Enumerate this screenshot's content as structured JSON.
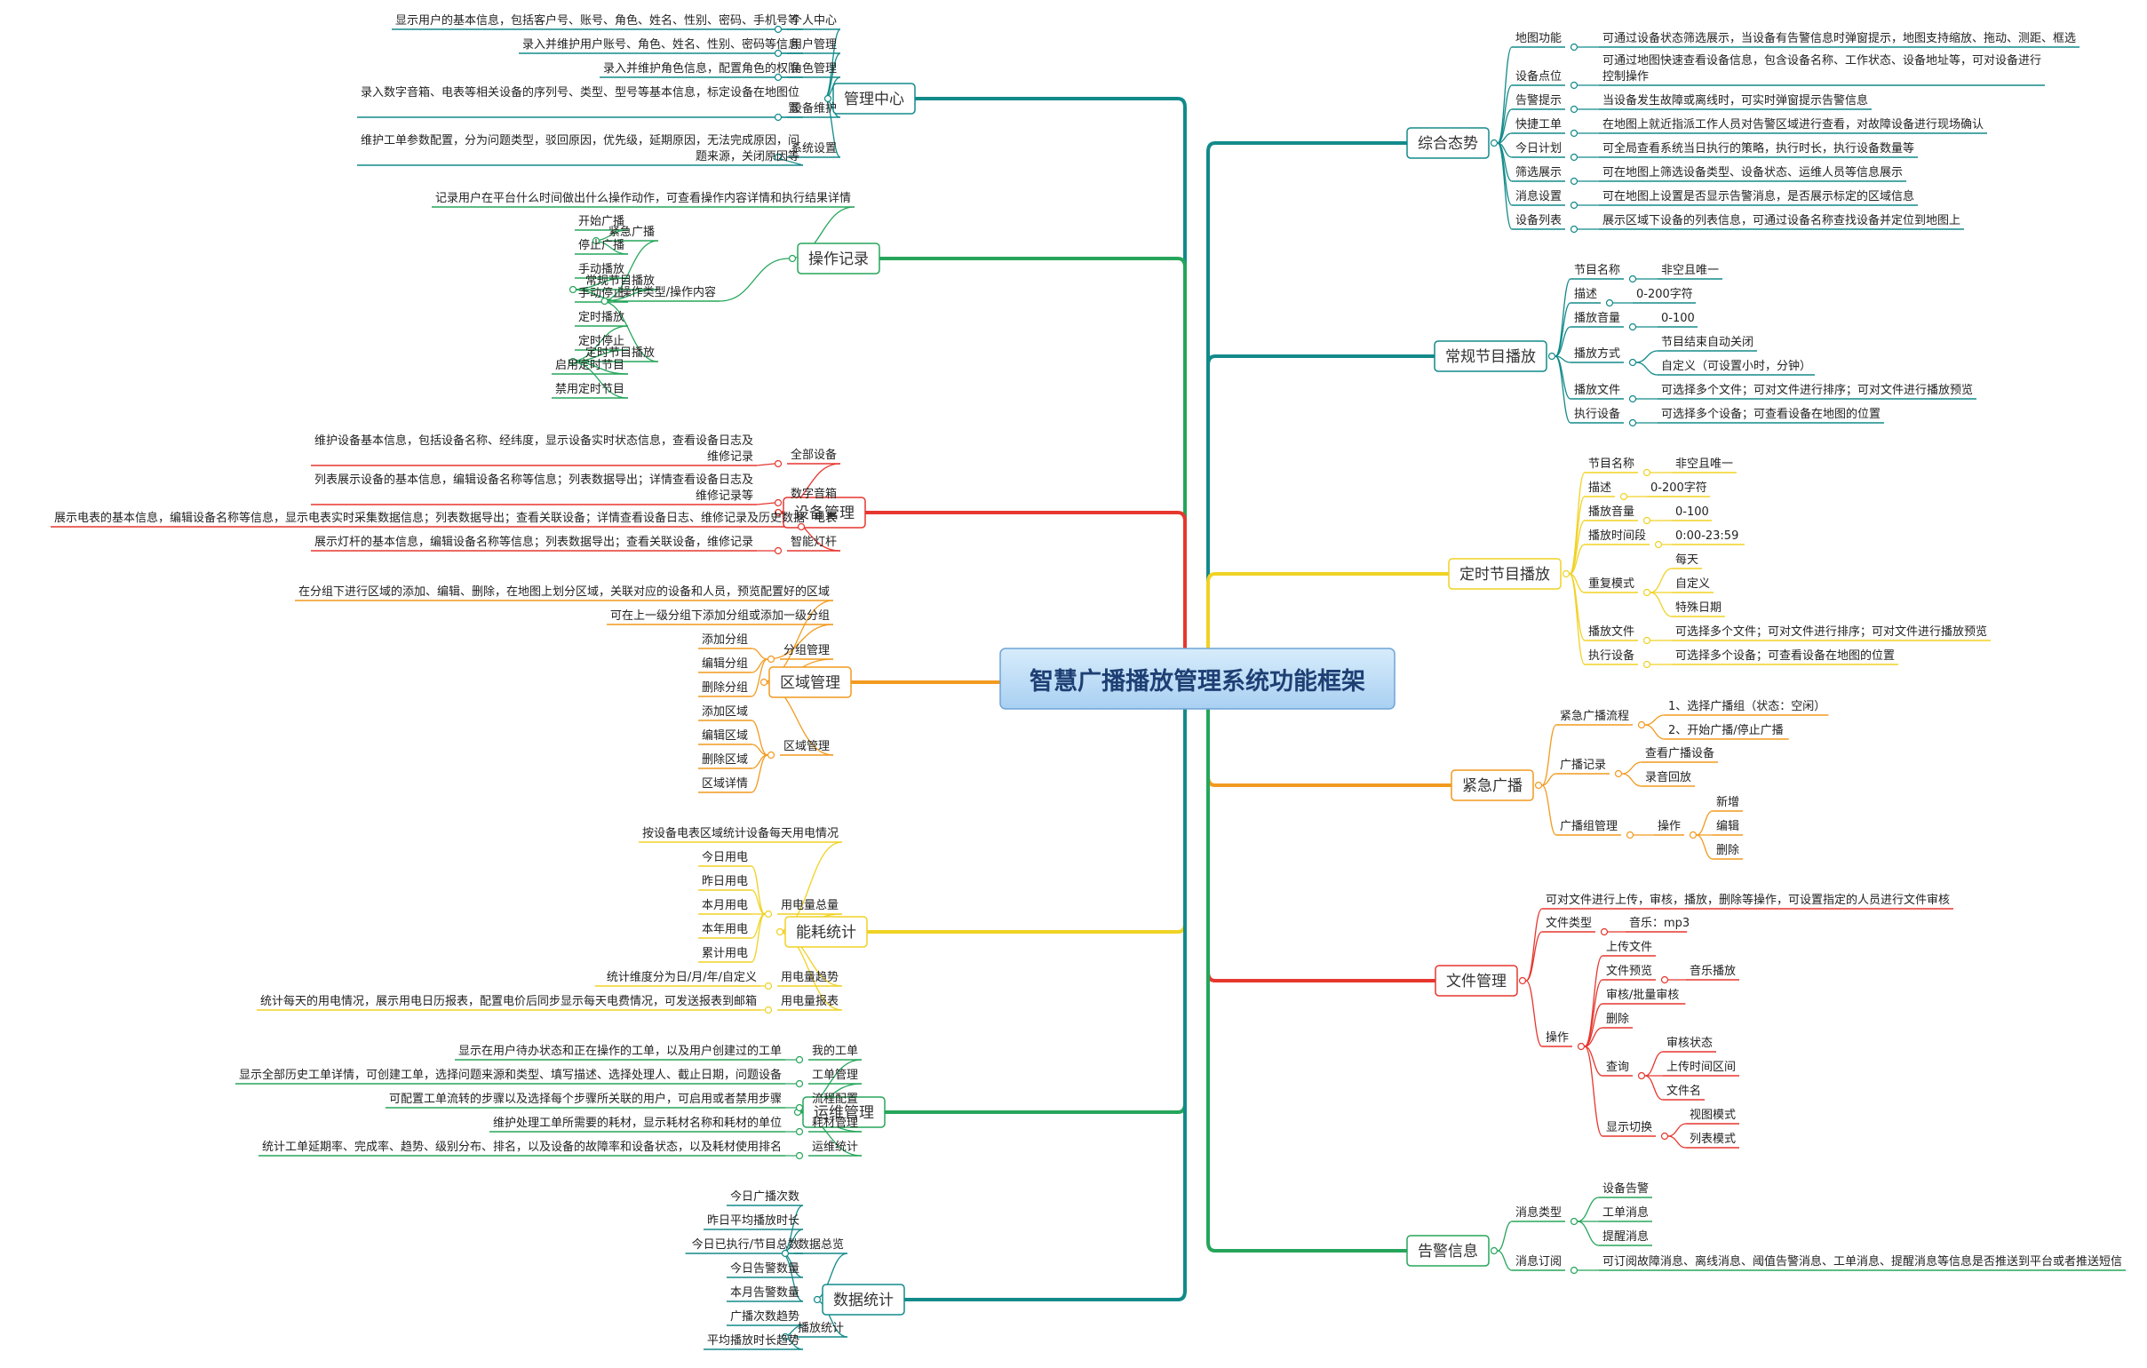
{
  "title": "智慧广播播放管理系统功能框架",
  "colors": {
    "teal": "#138a8a",
    "green": "#26a55a",
    "red": "#e6372e",
    "orange": "#f29a1f",
    "yellow": "#f0d224",
    "center_fill_top": "#d7ecfb",
    "center_fill_bottom": "#a9d0f2",
    "center_border": "#6fa4d6"
  },
  "left_branches": [
    {
      "label": "管理中心",
      "color": "teal",
      "children": [
        {
          "label": "个人中心",
          "desc": "显示用户的基本信息，包括客户号、账号、角色、姓名、性别、密码、手机号等"
        },
        {
          "label": "用户管理",
          "desc": "录入并维护用户账号、角色、姓名、性别、密码等信息"
        },
        {
          "label": "角色管理",
          "desc": "录入并维护角色信息，配置角色的权限"
        },
        {
          "label": "设备维护",
          "desc": [
            "录入数字音箱、电表等相关设备的序列号、类型、型号等基本信息，标定设备在地图位",
            "置"
          ]
        },
        {
          "label": "系统设置",
          "desc": [
            "维护工单参数配置，分为问题类型，驳回原因，优先级，延期原因，无法完成原因，问",
            "题来源，关闭原因等"
          ]
        }
      ]
    },
    {
      "label": "操作记录",
      "color": "green",
      "children": [
        {
          "label": "记录用户在平台什么时间做出什么操作动作，可查看操作内容详情和执行结果详情"
        },
        {
          "label": "操作类型/操作内容",
          "children": [
            {
              "label": "紧急广播",
              "children": [
                {
                  "label": "开始广播"
                },
                {
                  "label": "停止广播"
                }
              ]
            },
            {
              "label": "常规节目播放",
              "children": [
                {
                  "label": "手动播放"
                },
                {
                  "label": "手动停止"
                }
              ]
            },
            {
              "label": "定时节目播放",
              "children": [
                {
                  "label": "定时播放"
                },
                {
                  "label": "定时停止"
                },
                {
                  "label": "启用定时节目"
                },
                {
                  "label": "禁用定时节目"
                }
              ]
            }
          ]
        }
      ]
    },
    {
      "label": "设备管理",
      "color": "red",
      "children": [
        {
          "label": "全部设备",
          "desc": [
            "维护设备基本信息，包括设备名称、经纬度，显示设备实时状态信息，查看设备日志及",
            "维修记录"
          ]
        },
        {
          "label": "数字音箱",
          "desc": [
            "列表展示设备的基本信息，编辑设备名称等信息；列表数据导出；详情查看设备日志及",
            "维修记录等"
          ]
        },
        {
          "label": "电表",
          "desc": "展示电表的基本信息，编辑设备名称等信息，显示电表实时采集数据信息；列表数据导出；查看关联设备；详情查看设备日志、维修记录及历史数据"
        },
        {
          "label": "智能灯杆",
          "desc": "展示灯杆的基本信息，编辑设备名称等信息；列表数据导出；查看关联设备，维修记录"
        }
      ]
    },
    {
      "label": "区域管理",
      "color": "orange",
      "children": [
        {
          "label": "在分组下进行区域的添加、编辑、删除，在地图上划分区域，关联对应的设备和人员，预览配置好的区域"
        },
        {
          "label": "分组管理",
          "children": [
            {
              "label": "可在上一级分组下添加分组或添加一级分组"
            },
            {
              "label": "添加分组"
            },
            {
              "label": "编辑分组"
            },
            {
              "label": "删除分组"
            }
          ]
        },
        {
          "label": "区域管理",
          "children": [
            {
              "label": "添加区域"
            },
            {
              "label": "编辑区域"
            },
            {
              "label": "删除区域"
            },
            {
              "label": "区域详情"
            }
          ]
        }
      ]
    },
    {
      "label": "能耗统计",
      "color": "yellow",
      "children": [
        {
          "label": "按设备电表区域统计设备每天用电情况"
        },
        {
          "label": "用电量总量",
          "children": [
            {
              "label": "今日用电"
            },
            {
              "label": "昨日用电"
            },
            {
              "label": "本月用电"
            },
            {
              "label": "本年用电"
            },
            {
              "label": "累计用电"
            }
          ]
        },
        {
          "label": "用电量趋势",
          "desc": "统计维度分为日/月/年/自定义"
        },
        {
          "label": "用电量报表",
          "desc": "统计每天的用电情况，展示用电日历报表，配置电价后同步显示每天电费情况，可发送报表到邮箱"
        }
      ]
    },
    {
      "label": "运维管理",
      "color": "green",
      "children": [
        {
          "label": "我的工单",
          "desc": "显示在用户待办状态和正在操作的工单，以及用户创建过的工单"
        },
        {
          "label": "工单管理",
          "desc": "显示全部历史工单详情，可创建工单，选择问题来源和类型、填写描述、选择处理人、截止日期，问题设备"
        },
        {
          "label": "流程配置",
          "desc": "可配置工单流转的步骤以及选择每个步骤所关联的用户，可启用或者禁用步骤"
        },
        {
          "label": "耗材管理",
          "desc": "维护处理工单所需要的耗材，显示耗材名称和耗材的单位"
        },
        {
          "label": "运维统计",
          "desc": "统计工单延期率、完成率、趋势、级别分布、排名，以及设备的故障率和设备状态，以及耗材使用排名"
        }
      ]
    },
    {
      "label": "数据统计",
      "color": "teal",
      "children": [
        {
          "label": "数据总览",
          "children": [
            {
              "label": "今日广播次数"
            },
            {
              "label": "昨日平均播放时长"
            },
            {
              "label": "今日已执行/节目总数"
            },
            {
              "label": "今日告警数量"
            },
            {
              "label": "本月告警数量"
            }
          ]
        },
        {
          "label": "播放统计",
          "children": [
            {
              "label": "广播次数趋势"
            },
            {
              "label": "平均播放时长趋势"
            }
          ]
        }
      ]
    }
  ],
  "right_branches": [
    {
      "label": "综合态势",
      "color": "teal",
      "children": [
        {
          "label": "地图功能",
          "desc": "可通过设备状态筛选展示，当设备有告警信息时弹窗提示，地图支持缩放、拖动、测距、框选"
        },
        {
          "label": "设备点位",
          "desc": [
            "可通过地图快速查看设备信息，包含设备名称、工作状态、设备地址等，可对设备进行",
            "控制操作"
          ]
        },
        {
          "label": "告警提示",
          "desc": "当设备发生故障或离线时，可实时弹窗提示告警信息"
        },
        {
          "label": "快捷工单",
          "desc": "在地图上就近指派工作人员对告警区域进行查看，对故障设备进行现场确认"
        },
        {
          "label": "今日计划",
          "desc": "可全局查看系统当日执行的策略，执行时长，执行设备数量等"
        },
        {
          "label": "筛选展示",
          "desc": "可在地图上筛选设备类型、设备状态、运维人员等信息展示"
        },
        {
          "label": "消息设置",
          "desc": "可在地图上设置是否显示告警消息，是否展示标定的区域信息"
        },
        {
          "label": "设备列表",
          "desc": "展示区域下设备的列表信息，可通过设备名称查找设备并定位到地图上"
        }
      ]
    },
    {
      "label": "常规节目播放",
      "color": "teal",
      "children": [
        {
          "label": "节目名称",
          "desc": "非空且唯一"
        },
        {
          "label": "描述",
          "desc": "0-200字符"
        },
        {
          "label": "播放音量",
          "desc": "0-100"
        },
        {
          "label": "播放方式",
          "children": [
            {
              "label": "节目结束自动关闭"
            },
            {
              "label": "自定义（可设置小时，分钟）"
            }
          ]
        },
        {
          "label": "播放文件",
          "desc": "可选择多个文件；可对文件进行排序；可对文件进行播放预览"
        },
        {
          "label": "执行设备",
          "desc": "可选择多个设备；可查看设备在地图的位置"
        }
      ]
    },
    {
      "label": "定时节目播放",
      "color": "yellow",
      "children": [
        {
          "label": "节目名称",
          "desc": "非空且唯一"
        },
        {
          "label": "描述",
          "desc": "0-200字符"
        },
        {
          "label": "播放音量",
          "desc": "0-100"
        },
        {
          "label": "播放时间段",
          "desc": "0:00-23:59"
        },
        {
          "label": "重复模式",
          "children": [
            {
              "label": "每天"
            },
            {
              "label": "自定义"
            },
            {
              "label": "特殊日期"
            }
          ]
        },
        {
          "label": "播放文件",
          "desc": "可选择多个文件；可对文件进行排序；可对文件进行播放预览"
        },
        {
          "label": "执行设备",
          "desc": "可选择多个设备；可查看设备在地图的位置"
        }
      ]
    },
    {
      "label": "紧急广播",
      "color": "orange",
      "children": [
        {
          "label": "紧急广播流程",
          "children": [
            {
              "label": "1、选择广播组（状态：空闲）"
            },
            {
              "label": "2、开始广播/停止广播"
            }
          ]
        },
        {
          "label": "广播记录",
          "children": [
            {
              "label": "查看广播设备"
            },
            {
              "label": "录音回放"
            }
          ]
        },
        {
          "label": "广播组管理",
          "children": [
            {
              "label": "操作",
              "children": [
                {
                  "label": "新增"
                },
                {
                  "label": "编辑"
                },
                {
                  "label": "删除"
                }
              ]
            }
          ]
        }
      ]
    },
    {
      "label": "文件管理",
      "color": "red",
      "children": [
        {
          "label": "可对文件进行上传，审核，播放，删除等操作，可设置指定的人员进行文件审核"
        },
        {
          "label": "文件类型",
          "desc": "音乐：mp3"
        },
        {
          "label": "操作",
          "children": [
            {
              "label": "上传文件"
            },
            {
              "label": "文件预览",
              "desc": "音乐播放"
            },
            {
              "label": "审核/批量审核"
            },
            {
              "label": "删除"
            },
            {
              "label": "查询",
              "children": [
                {
                  "label": "审核状态"
                },
                {
                  "label": "上传时间区间"
                },
                {
                  "label": "文件名"
                }
              ]
            },
            {
              "label": "显示切换",
              "children": [
                {
                  "label": "视图模式"
                },
                {
                  "label": "列表模式"
                }
              ]
            }
          ]
        }
      ]
    },
    {
      "label": "告警信息",
      "color": "green",
      "children": [
        {
          "label": "消息类型",
          "children": [
            {
              "label": "设备告警"
            },
            {
              "label": "工单消息"
            },
            {
              "label": "提醒消息"
            }
          ]
        },
        {
          "label": "消息订阅",
          "desc": "可订阅故障消息、离线消息、阈值告警消息、工单消息、提醒消息等信息是否推送到平台或者推送短信"
        }
      ]
    }
  ]
}
